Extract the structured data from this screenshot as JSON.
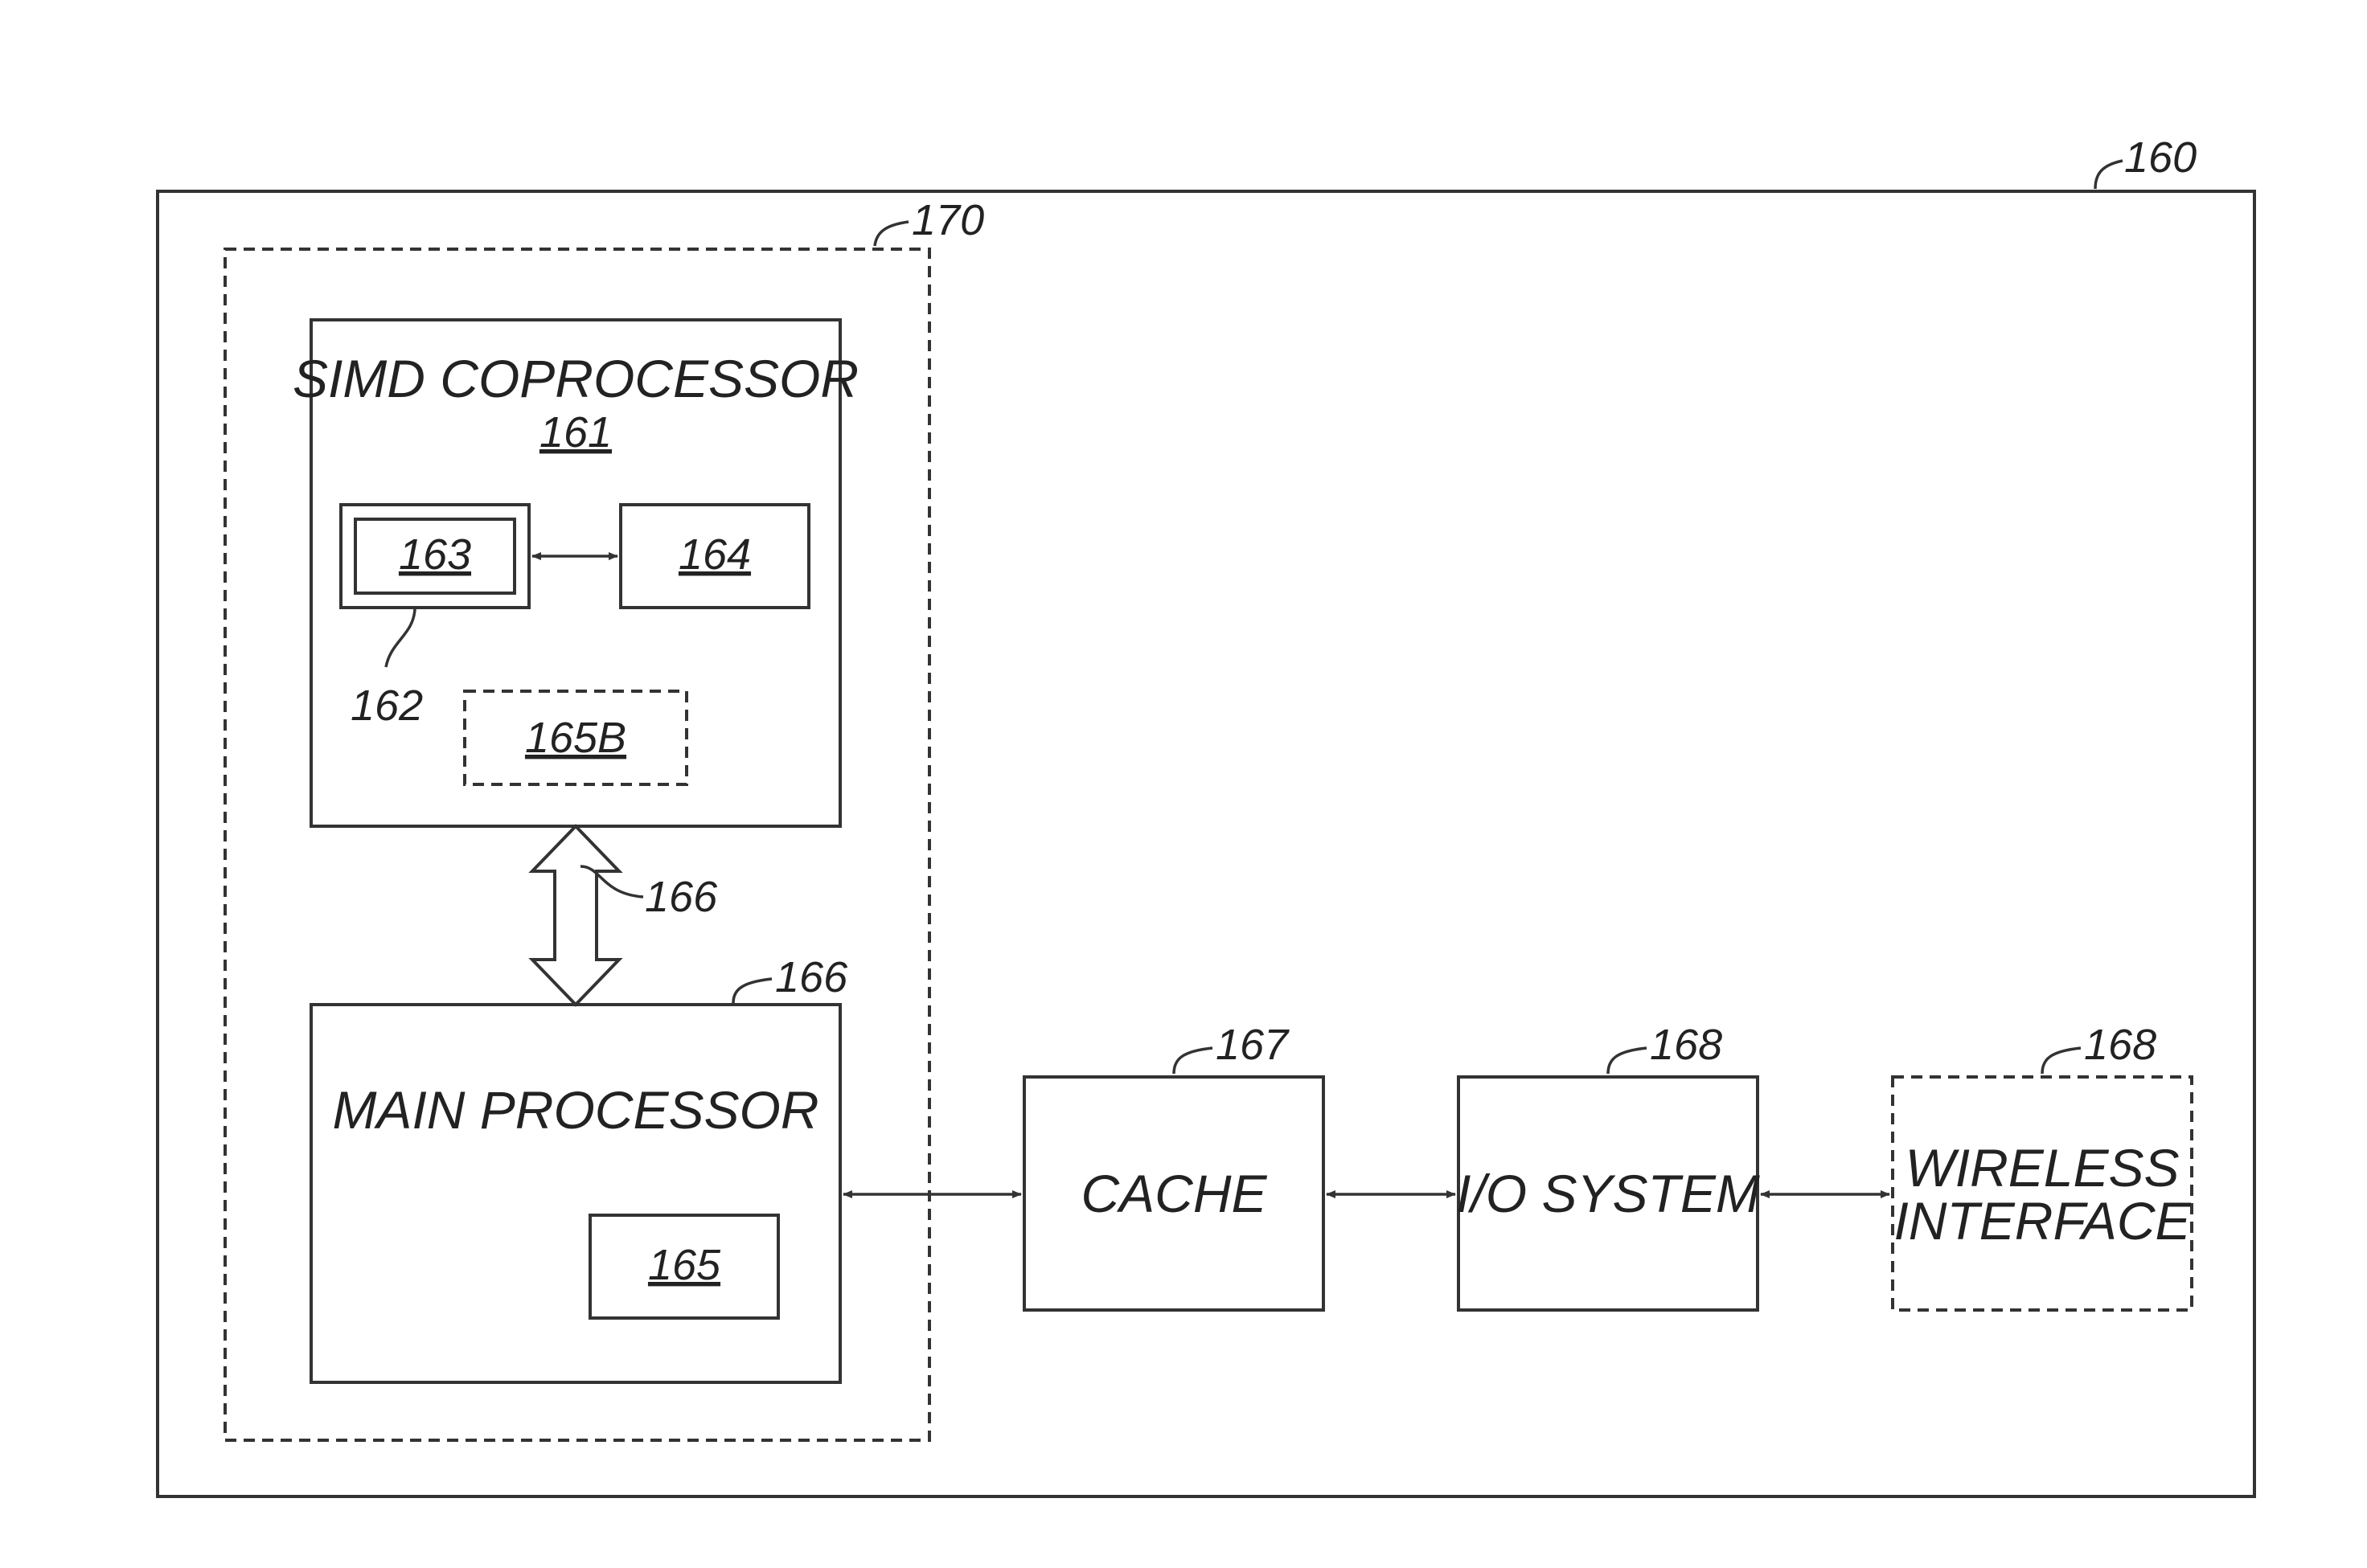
{
  "diagram": {
    "refs": {
      "system": "160",
      "soc": "170",
      "simd_ref_a": "166",
      "main_ref": "166",
      "cache_ref": "167",
      "io_ref": "168",
      "wireless_ref": "168",
      "reg_ref": "162"
    },
    "simd_coprocessor": {
      "title": "SIMD COPROCESSOR",
      "number": "161",
      "unit_a": "163",
      "unit_b": "164",
      "unit_dashed": "165B"
    },
    "main_processor": {
      "title": "MAIN PROCESSOR",
      "unit": "165"
    },
    "cache": {
      "label": "CACHE"
    },
    "io_system": {
      "label": "I/O SYSTEM"
    },
    "wireless": {
      "line1": "WIRELESS",
      "line2": "INTERFACE"
    }
  }
}
